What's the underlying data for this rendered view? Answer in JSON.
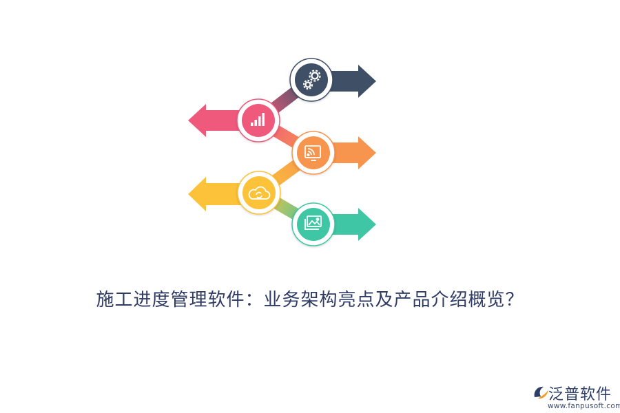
{
  "title": "施工进度管理软件：业务架构亮点及产品介绍概览？",
  "logo": {
    "name": "泛普软件",
    "url": "www.fanpusoft.com"
  },
  "steps": [
    {
      "icon": "gears-icon",
      "direction": "right",
      "color": "#3f4f66"
    },
    {
      "icon": "bar-chart-icon",
      "direction": "left",
      "color": "#ef5a7c"
    },
    {
      "icon": "screen-signal-icon",
      "direction": "right",
      "color": "#f7954e"
    },
    {
      "icon": "cloud-sync-icon",
      "direction": "left",
      "color": "#fbc23a"
    },
    {
      "icon": "image-gallery-icon",
      "direction": "right",
      "color": "#3fc6a5"
    }
  ]
}
